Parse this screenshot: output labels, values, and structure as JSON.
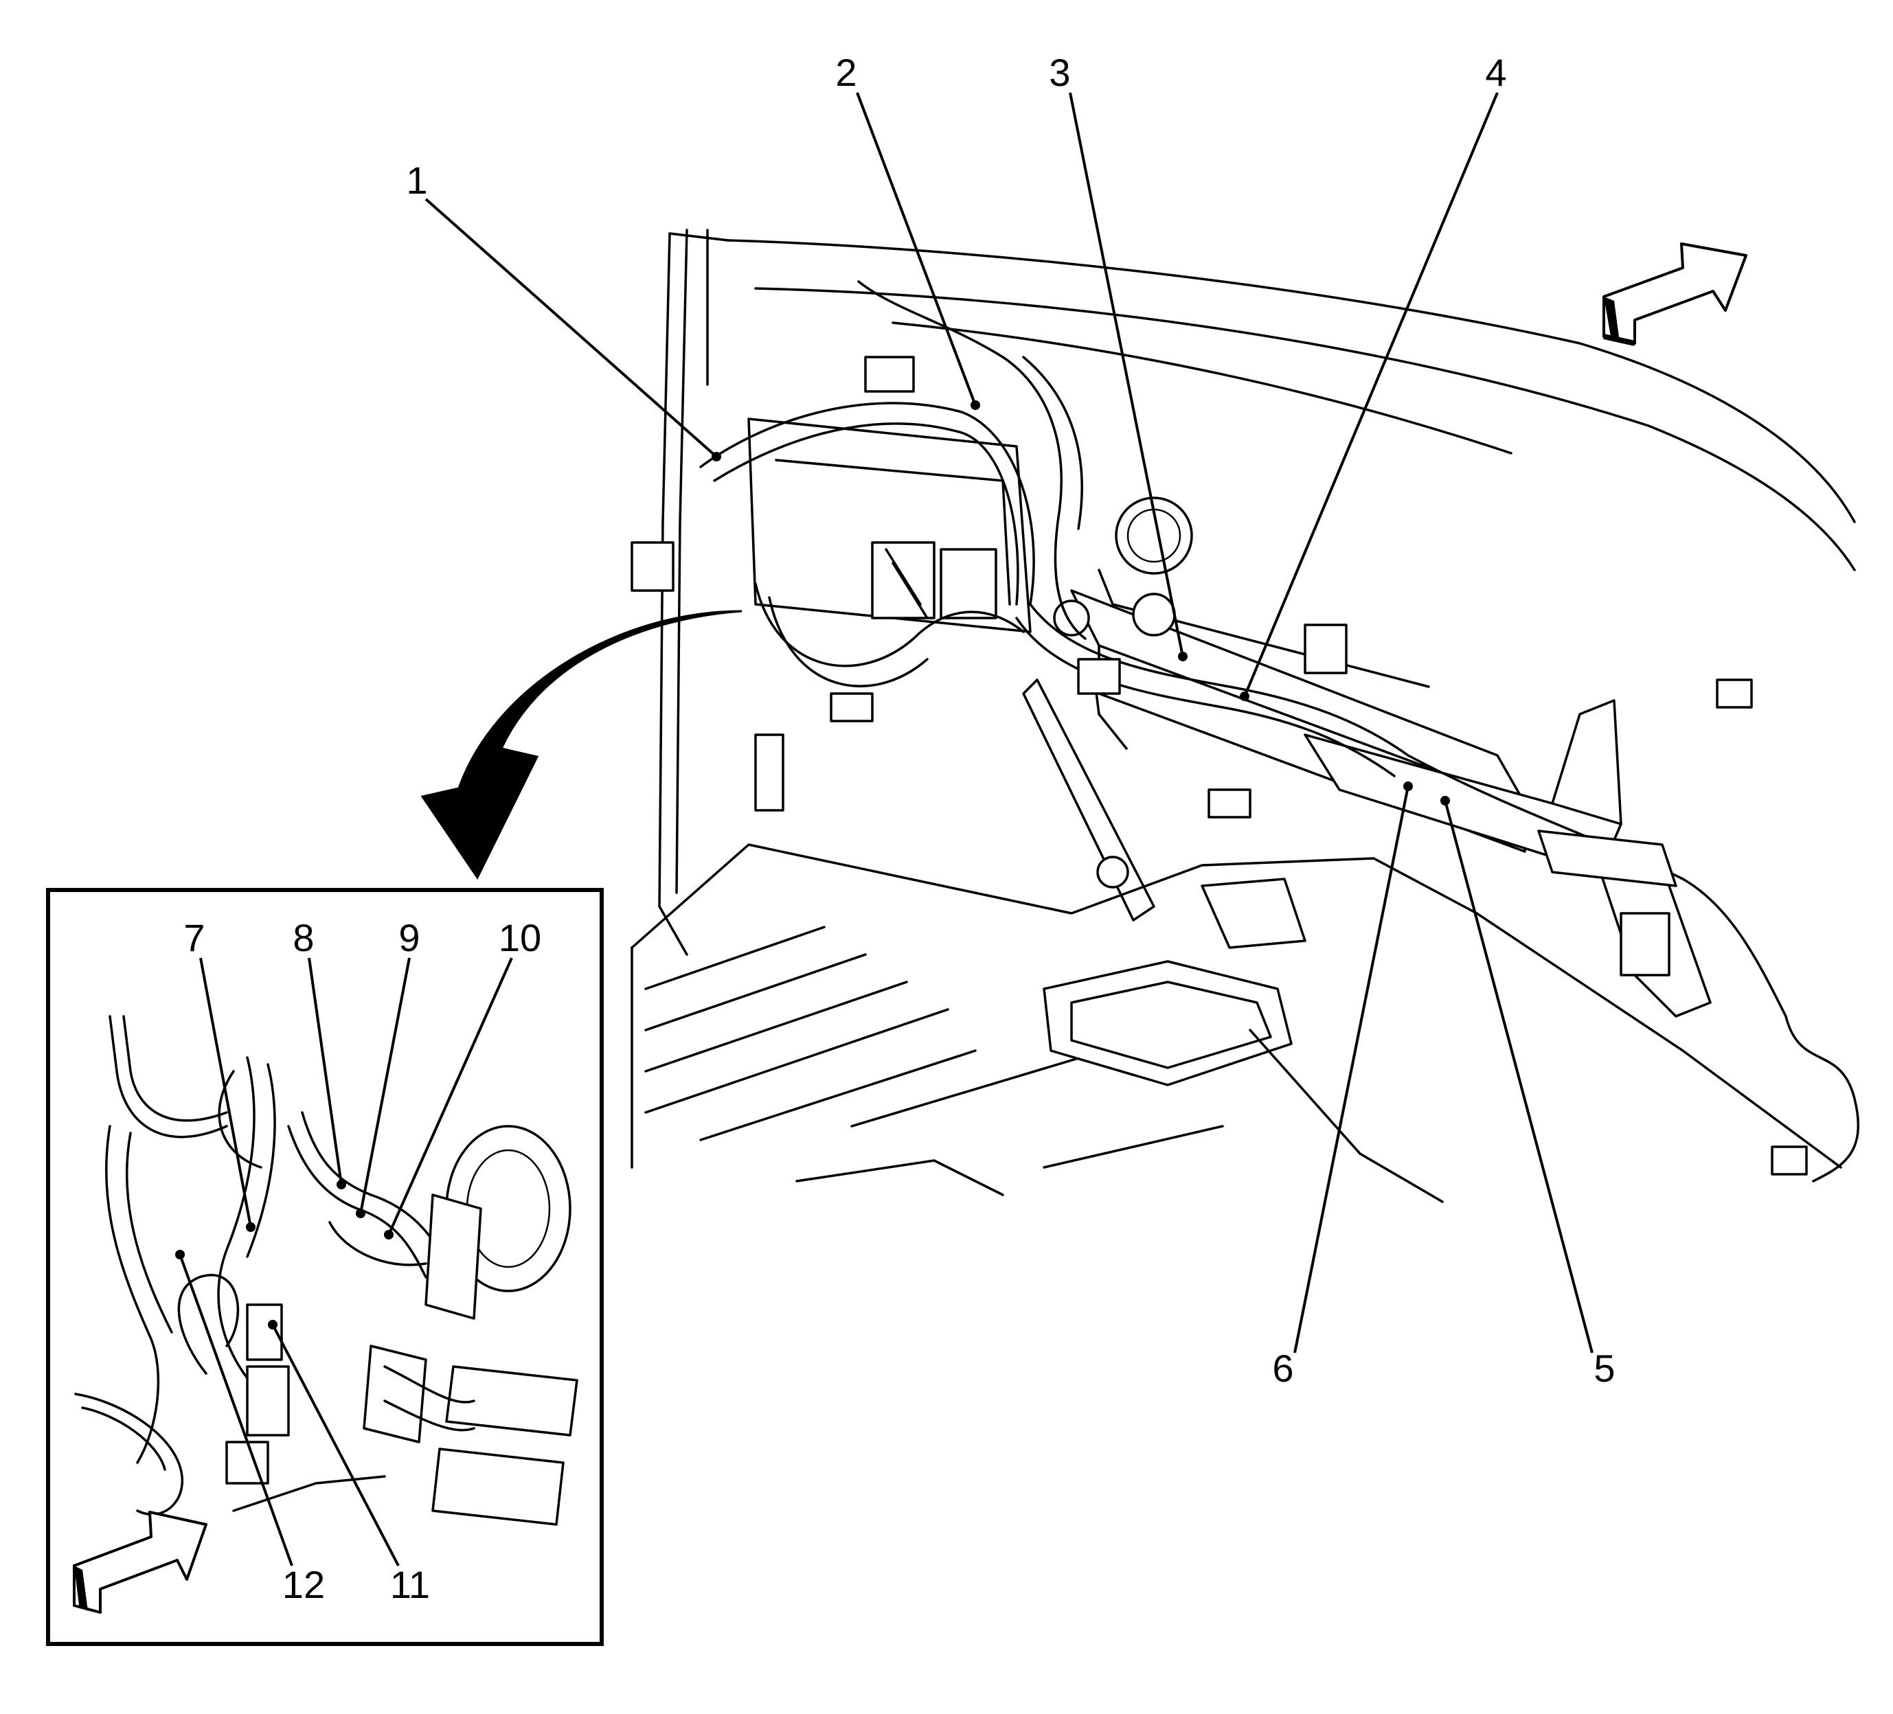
{
  "diagram": {
    "callouts": [
      {
        "id": "1",
        "label": "1"
      },
      {
        "id": "2",
        "label": "2"
      },
      {
        "id": "3",
        "label": "3"
      },
      {
        "id": "4",
        "label": "4"
      },
      {
        "id": "5",
        "label": "5"
      },
      {
        "id": "6",
        "label": "6"
      },
      {
        "id": "7",
        "label": "7"
      },
      {
        "id": "8",
        "label": "8"
      },
      {
        "id": "9",
        "label": "9"
      },
      {
        "id": "10",
        "label": "10"
      },
      {
        "id": "11",
        "label": "11"
      },
      {
        "id": "12",
        "label": "12"
      }
    ],
    "icons": {
      "main_view_direction": "forward-direction-arrow-icon",
      "detail_view_direction": "forward-direction-arrow-icon",
      "detail_pointer": "curved-detail-arrow-icon"
    },
    "colors": {
      "ink": "#000000",
      "background": "#ffffff"
    }
  }
}
